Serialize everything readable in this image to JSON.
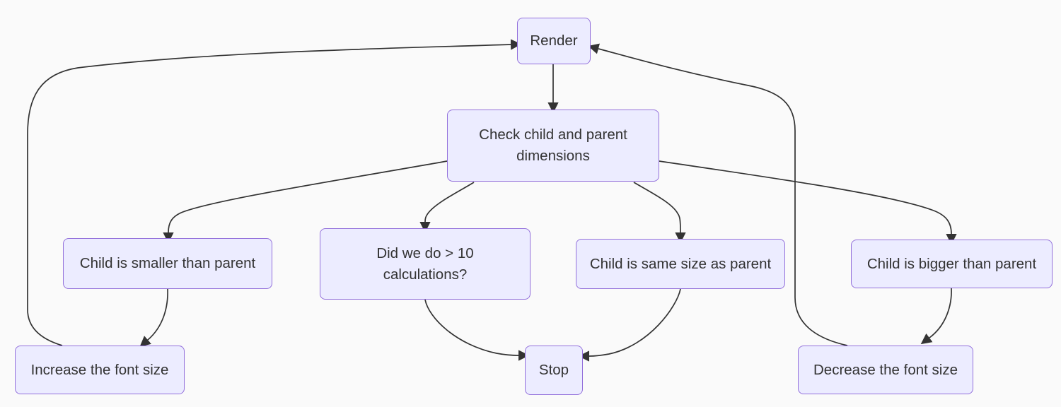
{
  "diagram": {
    "type": "flowchart",
    "direction": "top-down",
    "nodes": {
      "render": {
        "label": "Render"
      },
      "check": {
        "label": "Check child and parent dimensions",
        "lines": [
          "Check child and parent",
          "dimensions"
        ]
      },
      "smaller": {
        "label": "Child is smaller than parent"
      },
      "calculations": {
        "label": "Did we do > 10 calculations?",
        "lines": [
          "Did we do > 10",
          "calculations?"
        ]
      },
      "same": {
        "label": "Child is same size as parent"
      },
      "bigger": {
        "label": "Child is bigger than parent"
      },
      "increase": {
        "label": "Increase the font size"
      },
      "stop": {
        "label": "Stop"
      },
      "decrease": {
        "label": "Decrease the font size"
      }
    },
    "edges": [
      {
        "from": "render",
        "to": "check"
      },
      {
        "from": "check",
        "to": "smaller"
      },
      {
        "from": "check",
        "to": "calculations"
      },
      {
        "from": "check",
        "to": "same"
      },
      {
        "from": "check",
        "to": "bigger"
      },
      {
        "from": "smaller",
        "to": "increase"
      },
      {
        "from": "calculations",
        "to": "stop"
      },
      {
        "from": "same",
        "to": "stop"
      },
      {
        "from": "bigger",
        "to": "decrease"
      },
      {
        "from": "increase",
        "to": "render"
      },
      {
        "from": "decrease",
        "to": "render"
      }
    ],
    "colors": {
      "node_fill": "#ECECFF",
      "node_border": "#9370DB",
      "node_text": "#333333",
      "edge": "#333333",
      "background": "#FAFAFA"
    }
  }
}
